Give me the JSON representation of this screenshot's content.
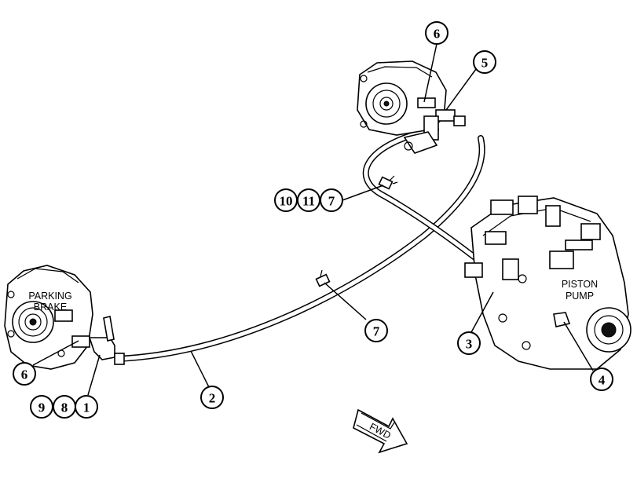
{
  "labels": {
    "parking_brake": [
      "PARKING",
      "BRAKE"
    ],
    "piston_pump": [
      "PISTON",
      "PUMP"
    ],
    "fwd": "FWD"
  },
  "callouts": {
    "c6_top": "6",
    "c5": "5",
    "c10": "10",
    "c11": "11",
    "c7_upper": "7",
    "c7_lower": "7",
    "c3": "3",
    "c4": "4",
    "c2": "2",
    "c6_left": "6",
    "c9": "9",
    "c8": "8",
    "c1": "1"
  }
}
